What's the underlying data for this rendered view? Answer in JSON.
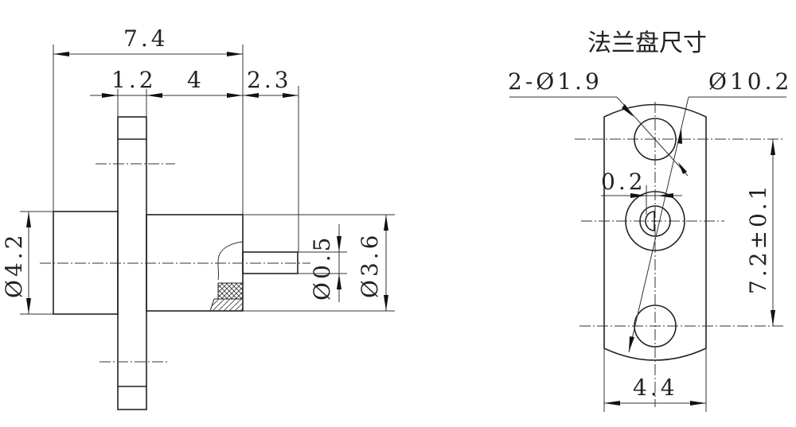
{
  "side_view": {
    "dims": {
      "overall_length": "7.4",
      "flange_thickness": "1.2",
      "body_length": "4",
      "pin_length": "2.3",
      "rear_diameter": "Ø4.2",
      "body_diameter": "Ø3.6",
      "pin_diameter": "Ø0.5"
    }
  },
  "flange_view": {
    "title": "法兰盘尺寸",
    "dims": {
      "mounting_holes": "2-Ø01.9",
      "flange_diameter": "Ø10.2",
      "offset": "0.2",
      "hole_spacing": "7.2±0.1",
      "width": "4.4"
    }
  }
}
